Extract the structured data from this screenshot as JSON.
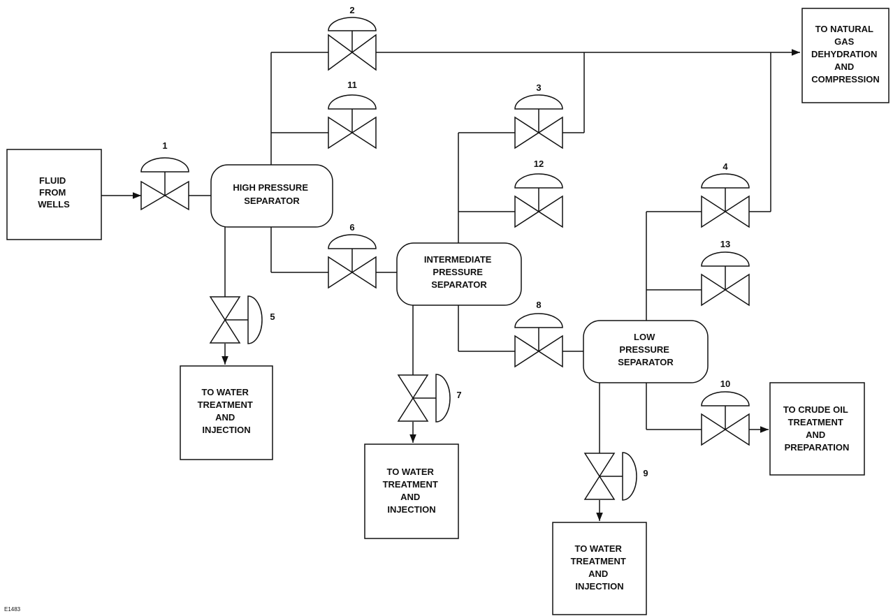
{
  "figure_code": "E1483",
  "blocks": {
    "fluid_from_wells": [
      "FLUID",
      "FROM",
      "WELLS"
    ],
    "high_pressure_separator": [
      "HIGH PRESSURE",
      "SEPARATOR"
    ],
    "intermediate_pressure_separator": [
      "INTERMEDIATE",
      "PRESSURE",
      "SEPARATOR"
    ],
    "low_pressure_separator": [
      "LOW",
      "PRESSURE",
      "SEPARATOR"
    ],
    "to_natural_gas": [
      "TO NATURAL",
      "GAS",
      "DEHYDRATION",
      "AND",
      "COMPRESSION"
    ],
    "to_water_treatment_1": [
      "TO WATER",
      "TREATMENT",
      "AND",
      "INJECTION"
    ],
    "to_water_treatment_2": [
      "TO WATER",
      "TREATMENT",
      "AND",
      "INJECTION"
    ],
    "to_water_treatment_3": [
      "TO WATER",
      "TREATMENT",
      "AND",
      "INJECTION"
    ],
    "to_crude_oil": [
      "TO CRUDE OIL",
      "TREATMENT",
      "AND",
      "PREPARATION"
    ]
  },
  "valves": {
    "v1": "1",
    "v2": "2",
    "v3": "3",
    "v4": "4",
    "v5": "5",
    "v6": "6",
    "v7": "7",
    "v8": "8",
    "v9": "9",
    "v10": "10",
    "v11": "11",
    "v12": "12",
    "v13": "13"
  }
}
